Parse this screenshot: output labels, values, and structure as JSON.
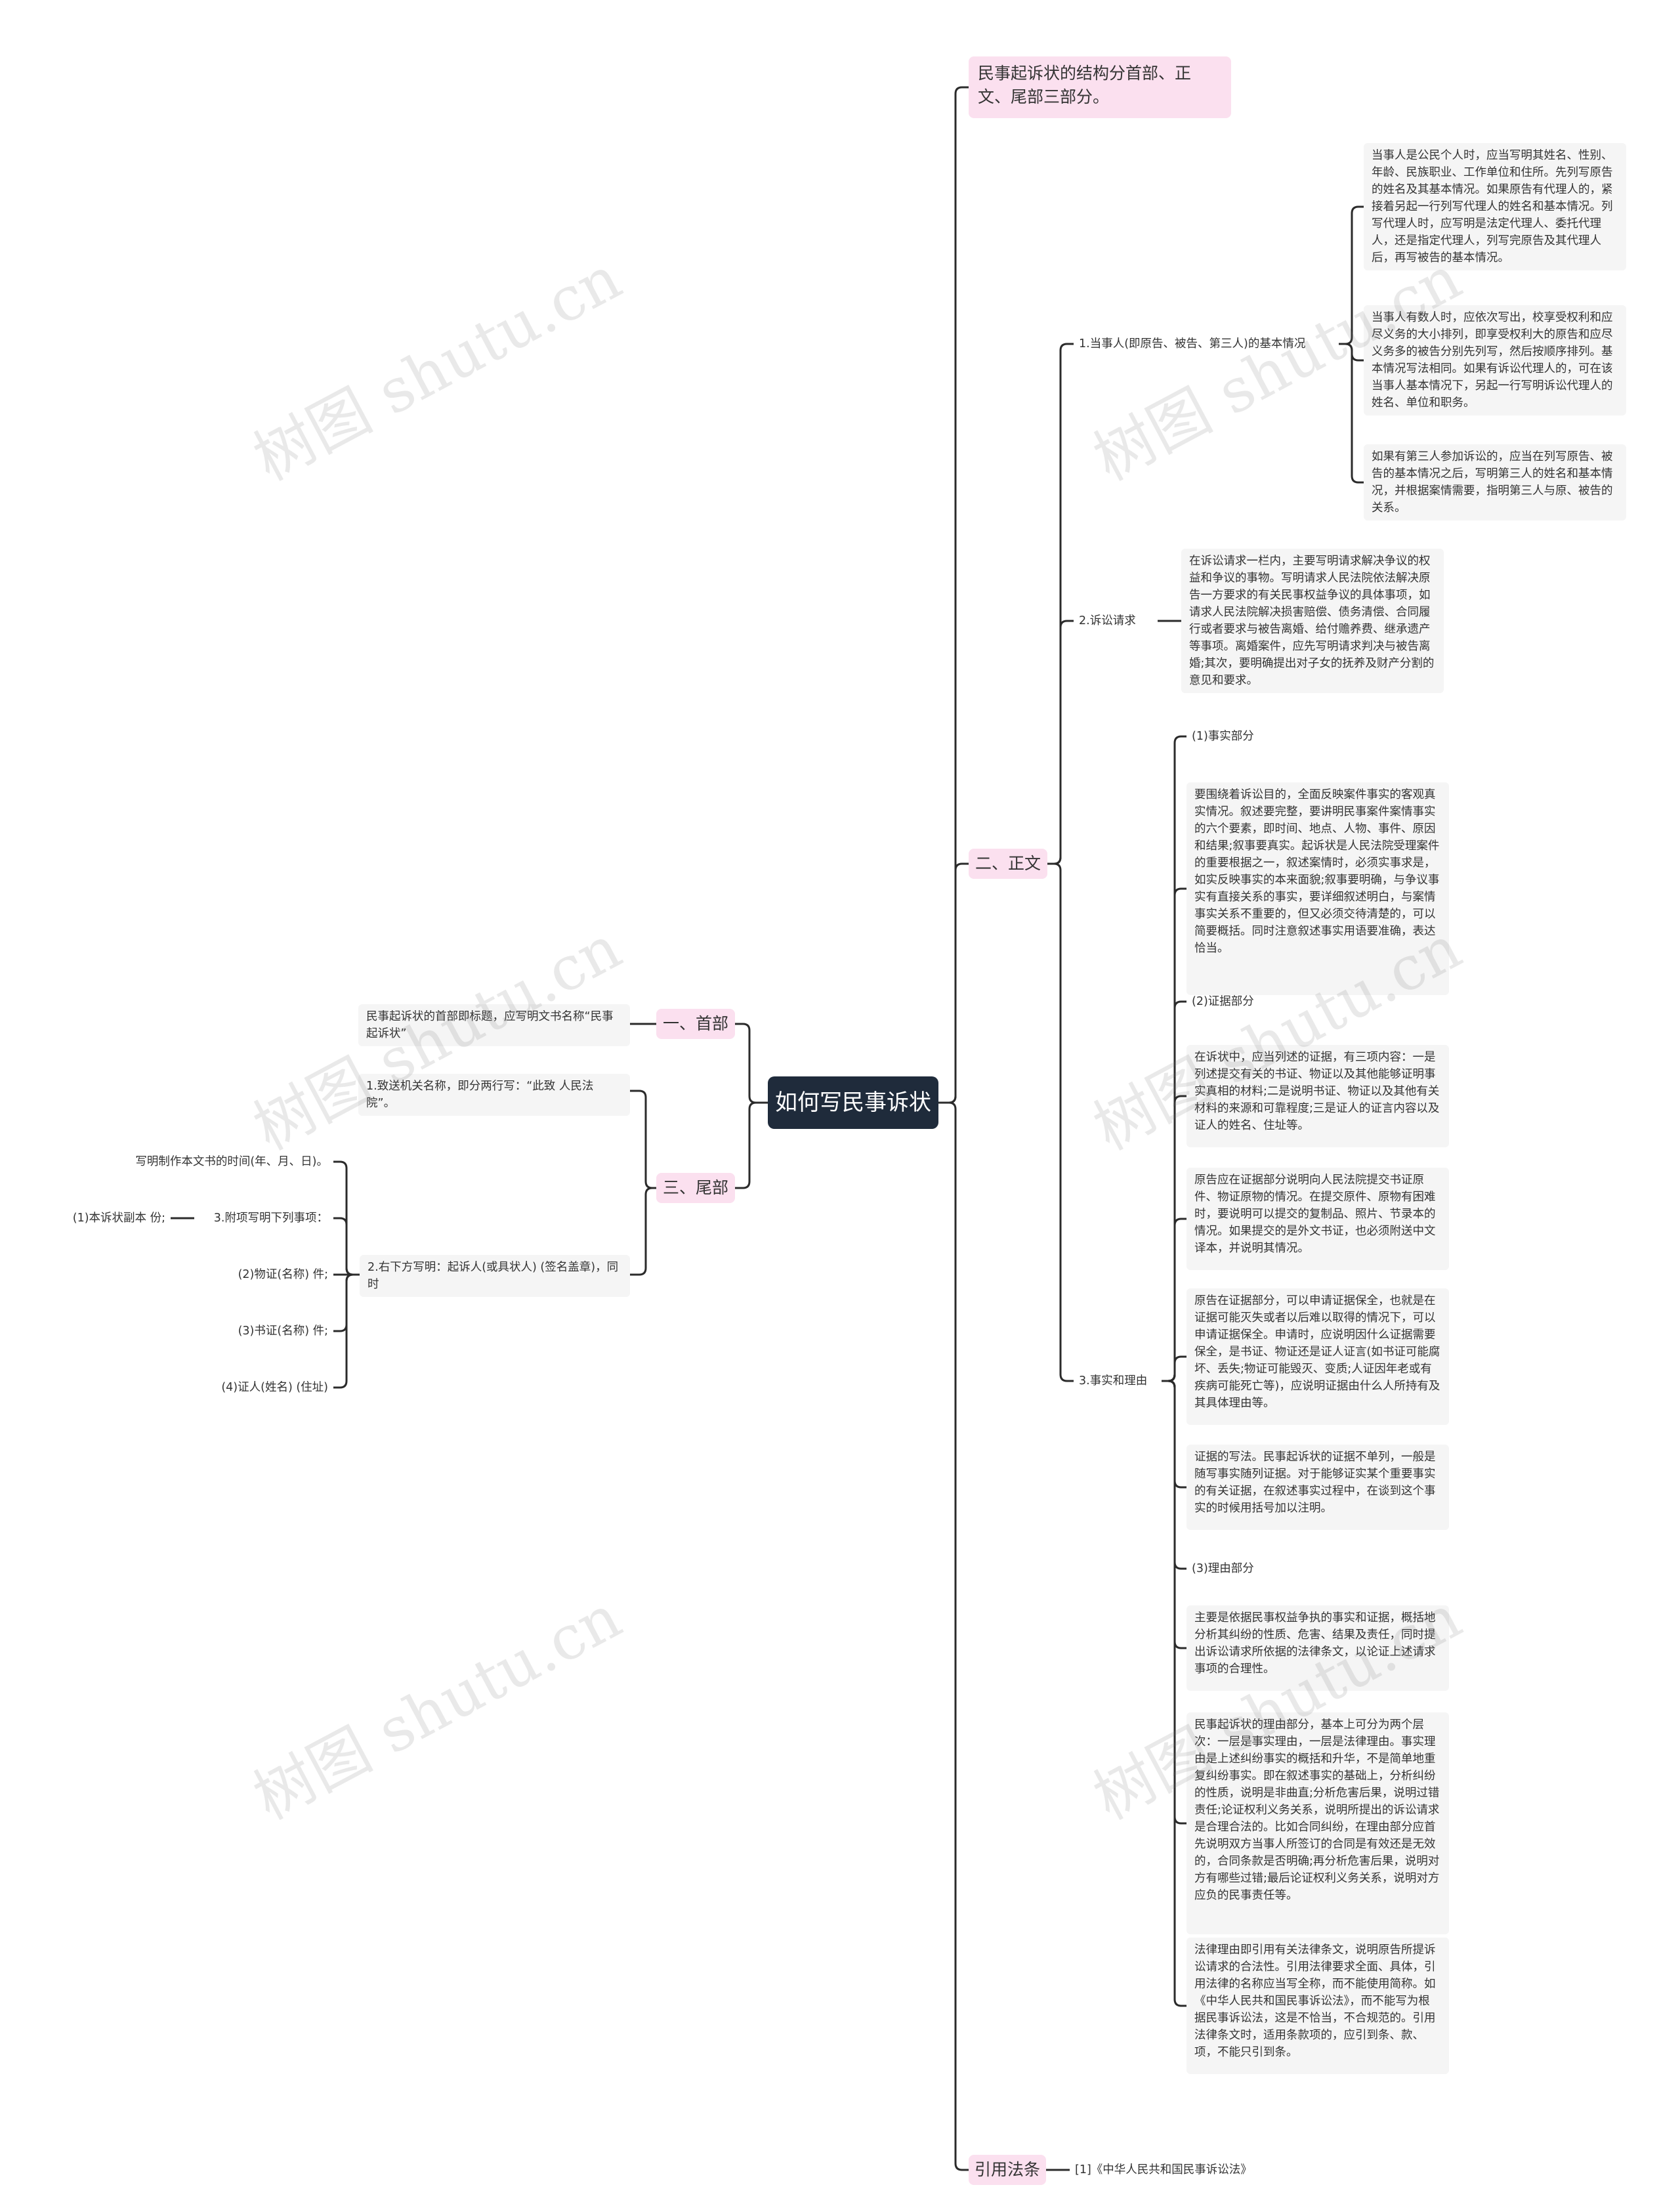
{
  "root": "如何写民事诉状",
  "intro": "民事起诉状的结构分首部、正文、尾部三部分。",
  "header_section": {
    "label": "一、首部",
    "text": "民事起诉状的首部即标题，应写明文书名称“民事起诉状”"
  },
  "body_section": {
    "label": "二、正文",
    "parties": {
      "label": "1.当事人(即原告、被告、第三人)的基本情况",
      "items": [
        "当事人是公民个人时，应当写明其姓名、性别、年龄、民族职业、工作单位和住所。先列写原告的姓名及其基本情况。如果原告有代理人的，紧接着另起一行列写代理人的姓名和基本情况。列写代理人时，应写明是法定代理人、委托代理人，还是指定代理人，列写完原告及其代理人后，再写被告的基本情况。",
        "当事人有数人时，应依次写出，校享受权利和应尽义务的大小排列，即享受权利大的原告和应尽义务多的被告分别先列写，然后按顺序排列。基本情况写法相同。如果有诉讼代理人的，可在该当事人基本情况下，另起一行写明诉讼代理人的姓名、单位和职务。",
        "如果有第三人参加诉讼的，应当在列写原告、被告的基本情况之后，写明第三人的姓名和基本情况，并根据案情需要，指明第三人与原、被告的关系。"
      ]
    },
    "claims": {
      "label": "2.诉讼请求",
      "text": "在诉讼请求一栏内，主要写明请求解决争议的权益和争议的事物。写明请求人民法院依法解决原告一方要求的有关民事权益争议的具体事项，如请求人民法院解决损害赔偿、债务清偿、合同履行或者要求与被告离婚、给付赡养费、继承遗产等事项。离婚案件，应先写明请求判决与被告离婚;其次，要明确提出对子女的抚养及财产分割的意见和要求。"
    },
    "facts": {
      "label": "3.事实和理由",
      "fact_part": "(1)事实部分",
      "fact_text": "要围绕着诉讼目的，全面反映案件事实的客观真实情况。叙述要完整，要讲明民事案件案情事实的六个要素，即时间、地点、人物、事件、原因和结果;叙事要真实。起诉状是人民法院受理案件的重要根据之一，叙述案情时，必须实事求是，如实反映事实的本来面貌;叙事要明确，与争议事实有直接关系的事实，要详细叙述明白，与案情事实关系不重要的，但又必须交待清楚的，可以简要概括。同时注意叙述事实用语要准确，表达恰当。",
      "evidence_part": "(2)证据部分",
      "evidence_texts": [
        "在诉状中，应当列述的证据，有三项内容：一是列述提交有关的书证、物证以及其他能够证明事实真相的材料;二是说明书证、物证以及其他有关材料的来源和可靠程度;三是证人的证言内容以及证人的姓名、住址等。",
        "原告应在证据部分说明向人民法院提交书证原件、物证原物的情况。在提交原件、原物有困难时，要说明可以提交的复制品、照片、节录本的情况。如果提交的是外文书证，也必须附送中文译本，并说明其情况。",
        "原告在证据部分，可以申请证据保全，也就是在证据可能灭失或者以后难以取得的情况下，可以申请证据保全。申请时，应说明因什么证据需要保全，是书证、物证还是证人证言(如书证可能腐坏、丢失;物证可能毁灭、变质;人证因年老或有疾病可能死亡等)，应说明证据由什么人所持有及其具体理由等。",
        "证据的写法。民事起诉状的证据不单列，一般是随写事实随列证据。对于能够证实某个重要事实的有关证据，在叙述事实过程中，在谈到这个事实的时候用括号加以注明。"
      ],
      "reason_part": "(3)理由部分",
      "reason_texts": [
        "主要是依据民事权益争执的事实和证据，概括地分析其纠纷的性质、危害、结果及责任，同时提出诉讼请求所依据的法律条文，以论证上述请求事项的合理性。",
        "民事起诉状的理由部分，基本上可分为两个层次：一层是事实理由，一层是法律理由。事实理由是上述纠纷事实的概括和升华，不是简单地重复纠纷事实。即在叙述事实的基础上，分析纠纷的性质，说明是非曲直;分析危害后果，说明过错责任;论证权利义务关系，说明所提出的诉讼请求是合理合法的。比如合同纠纷，在理由部分应首先说明双方当事人所签订的合同是有效还是无效的，合同条款是否明确;再分析危害后果，说明对方有哪些过错;最后论证权利义务关系，说明对方应负的民事责任等。",
        "法律理由即引用有关法律条文，说明原告所提诉讼请求的合法性。引用法律要求全面、具体，引用法律的名称应当写全称，而不能使用简称。如《中华人民共和国民事诉讼法》，而不能写为根据民事诉讼法，这是不恰当，不合规范的。引用法律条文时，适用条款项的，应引到条、款、项，不能只引到条。"
      ]
    }
  },
  "tail_section": {
    "label": "三、尾部",
    "court": "1.致送机关名称，即分两行写：“此致 人民法院”。",
    "sign": "2.右下方写明：起诉人(或具状人) (签名盖章)，同时",
    "date": "写明制作本文书的时间(年、月、日)。",
    "attach": "3.附项写明下列事项：",
    "copies": "(1)本诉状副本 份;",
    "material": "(2)物证(名称) 件;",
    "documentary": "(3)书证(名称) 件;",
    "witness": "(4)证人(姓名) (住址)"
  },
  "law_section": {
    "label": "引用法条",
    "text": "[1]《中华人民共和国民事诉讼法》"
  },
  "watermark": "树图 shutu.cn"
}
